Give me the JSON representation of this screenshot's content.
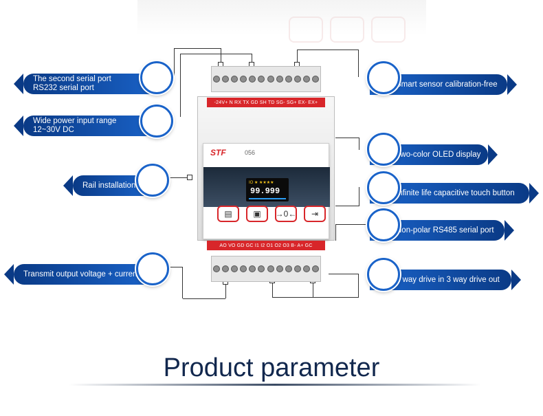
{
  "callouts": {
    "second_serial_line1": "The second serial port",
    "second_serial_line2": "RS232 serial port",
    "wide_power_line1": "Wide power input range",
    "wide_power_line2": "12~30V DC",
    "rail_installation": "Rail installation",
    "transmit_output": "Transmit output voltage + current",
    "smart_sensor": "Smart sensor calibration-free",
    "two_color_oled": "Two-color OLED display",
    "touch_button": "Infinite life capacitive touch button",
    "rs485": "Non-polar RS485 serial port",
    "drive": "2 way drive in 3 way drive out"
  },
  "device": {
    "brand": "STF",
    "model": "056",
    "top_label": "-24V+   N  RX  TX  GD  SH  TD  SG-  SG+  EX-  EX+",
    "bottom_label": "AO  VO  GD  GC  I1  I2  O1  O2  O3  B-  A+  GC",
    "display_value": "99.999",
    "display_top": "IO ★ ★★★★"
  },
  "footer": {
    "title": "Product parameter"
  },
  "colors": {
    "callout_blue": "#1a63c9",
    "callout_dark": "#0a3a86",
    "device_red": "#d8262a",
    "title_color": "#12284e"
  }
}
